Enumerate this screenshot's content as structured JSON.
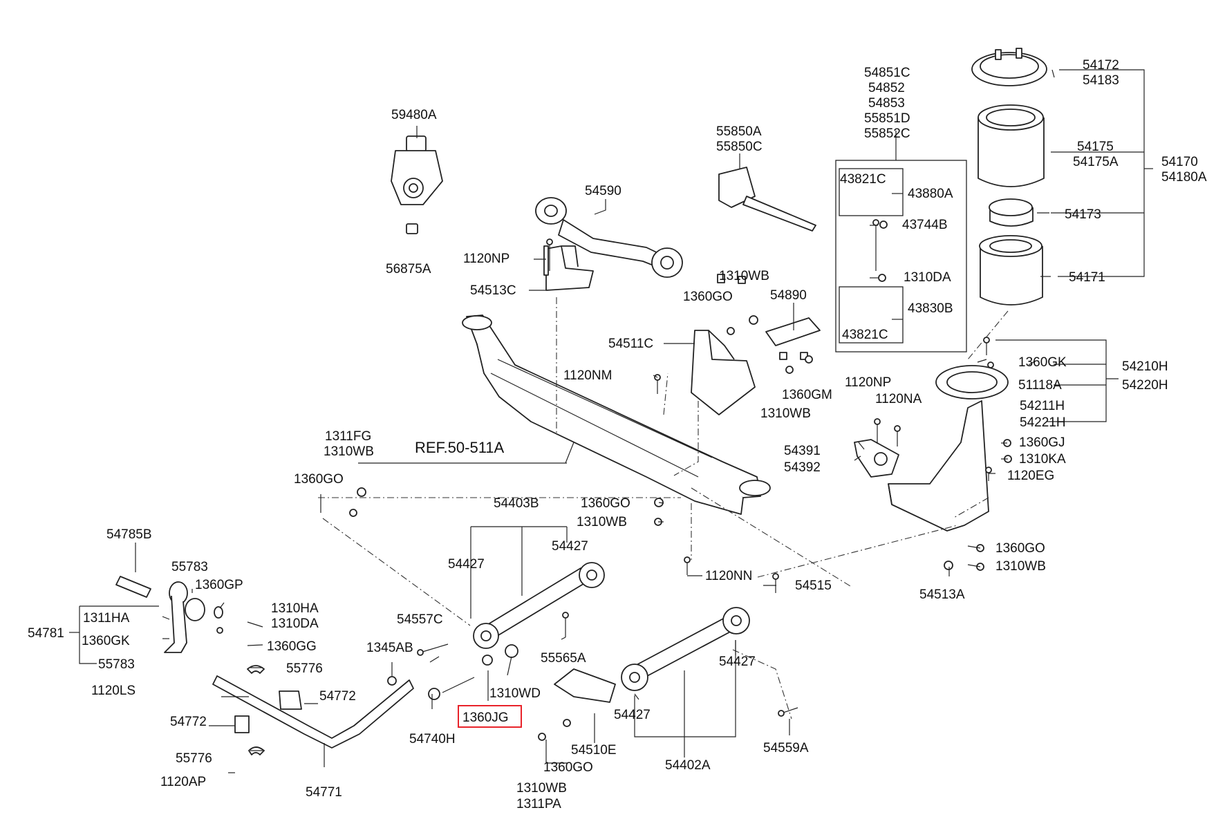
{
  "diagram": {
    "ref_label": "REF.50-511A",
    "highlighted_label": "1360JG",
    "highlight_color": "#e8232a",
    "labels": {
      "l59480A": "59480A",
      "l56875A": "56875A",
      "l54590": "54590",
      "l1120NP_a": "1120NP",
      "l54513C": "54513C",
      "l55850A": "55850A",
      "l55850C": "55850C",
      "l54851C": "54851C",
      "l54852": "54852",
      "l54853": "54853",
      "l55851D": "55851D",
      "l55852C": "55852C",
      "l43821C_a": "43821C",
      "l43880A": "43880A",
      "l43744B": "43744B",
      "l1310DA_a": "1310DA",
      "l43830B": "43830B",
      "l43821C_b": "43821C",
      "l54172": "54172",
      "l54183": "54183",
      "l54175": "54175",
      "l54175A": "54175A",
      "l54170": "54170",
      "l54180A": "54180A",
      "l54173": "54173",
      "l54171": "54171",
      "l1310WB_a": "1310WB",
      "l1360GO_a": "1360GO",
      "l54890": "54890",
      "l54511C": "54511C",
      "l1120NM": "1120NM",
      "l1360GM": "1360GM",
      "l1310WB_b": "1310WB",
      "l1120NP_b": "1120NP",
      "l1120NA": "1120NA",
      "l1360GK_a": "1360GK",
      "l54210H": "54210H",
      "l54220H": "54220H",
      "l51118A": "51118A",
      "l54211H": "54211H",
      "l54221H": "54221H",
      "l1360GJ": "1360GJ",
      "l1310KA": "1310KA",
      "l1120EG": "1120EG",
      "l54391": "54391",
      "l54392": "54392",
      "l1311FG": "1311FG",
      "l1310WB_c": "1310WB",
      "l1360GO_b": "1360GO",
      "l54403B": "54403B",
      "l1360GO_c": "1360GO",
      "l1310WB_d": "1310WB",
      "l54427_a": "54427",
      "l54427_b": "54427",
      "l1360GO_d": "1360GO",
      "l1310WB_e": "1310WB",
      "l54513A": "54513A",
      "l1120NN": "1120NN",
      "l54515": "54515",
      "l54785B": "54785B",
      "l55783_a": "55783",
      "l1360GP": "1360GP",
      "l1311HA": "1311HA",
      "l54781": "54781",
      "l1360GK_b": "1360GK",
      "l55783_b": "55783",
      "l1310HA": "1310HA",
      "l1310DA_b": "1310DA",
      "l1360GG": "1360GG",
      "l55776_a": "55776",
      "l54557C": "54557C",
      "l1345AB": "1345AB",
      "l55565A": "55565A",
      "l54427_c": "54427",
      "l1120LS": "1120LS",
      "l54772_a": "54772",
      "l54772_b": "54772",
      "l1310WD": "1310WD",
      "l54740H": "54740H",
      "l54427_d": "54427",
      "l54510E": "54510E",
      "l1360GO_e": "1360GO",
      "l55776_b": "55776",
      "l1120AP": "1120AP",
      "l54771": "54771",
      "l1310WB_f": "1310WB",
      "l1311PA": "1311PA",
      "l54402A": "54402A",
      "l54559A": "54559A"
    }
  }
}
